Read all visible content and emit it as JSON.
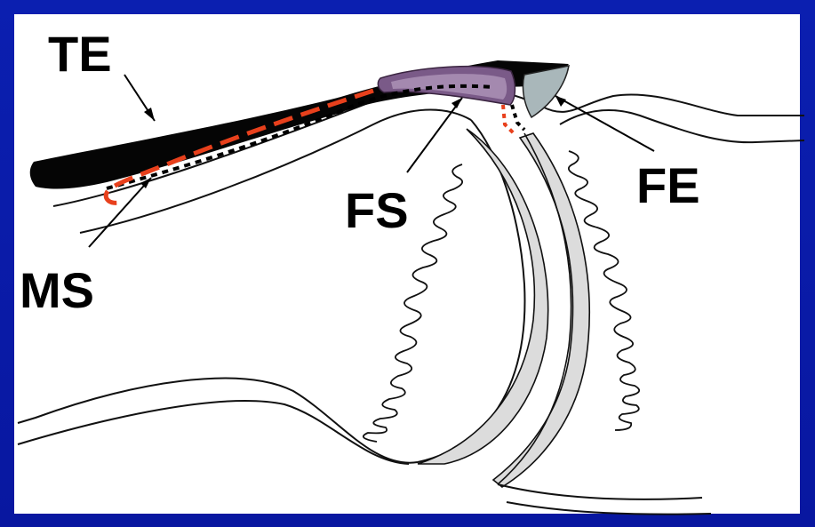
{
  "labels": {
    "te": "TE",
    "ms": "MS",
    "fs": "FS",
    "fe": "FE"
  },
  "colors": {
    "background": "#0b1fb0",
    "panel": "#ffffff",
    "tissue_black": "#050505",
    "fs_region": "#7a5a88",
    "fe_region": "#a9b7ba",
    "dashed_outline": "#e8401c",
    "shaded_band": "#dcdcdc"
  }
}
